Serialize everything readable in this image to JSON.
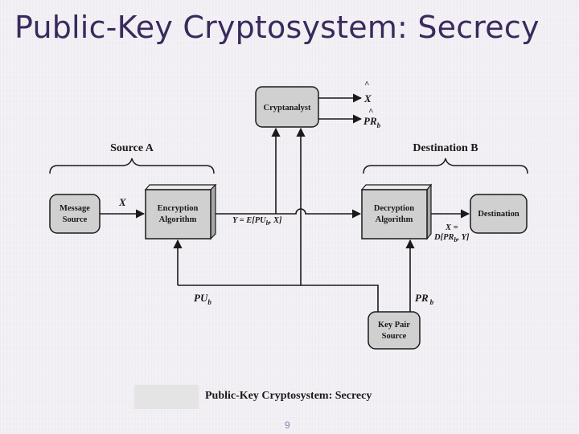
{
  "slide": {
    "title": "Public-Key Cryptosystem:  Secrecy",
    "caption": "Public-Key Cryptosystem: Secrecy",
    "page_number": "9"
  },
  "diagram": {
    "groups": {
      "source_a": "Source A",
      "destination_b": "Destination B"
    },
    "boxes": {
      "message_source": [
        "Message",
        "Source"
      ],
      "encryption": [
        "Encryption",
        "Algorithm"
      ],
      "cryptanalyst": "Cryptanalyst",
      "decryption": [
        "Decryption",
        "Algorithm"
      ],
      "destination": "Destination",
      "key_pair_source": [
        "Key Pair",
        "Source"
      ]
    },
    "labels": {
      "x": "X",
      "x_hat": "X",
      "pr_hat_base": "PR",
      "pr_hat_sub": "b",
      "y_prefix": "Y = E[",
      "y_pu": "PU",
      "y_sub": "b",
      "y_suffix": ", X]",
      "x_eq": "X =",
      "d_prefix": "D[",
      "d_pr": "PR",
      "d_sub": "b",
      "d_suffix": ", Y]",
      "pu_base": "PU",
      "pu_sub": "b",
      "pr_base": "PR",
      "pr_sub": "b"
    },
    "hat_symbol": "^"
  },
  "colors": {
    "title": "#3a2a5c",
    "box_fill": "#d0d0d0",
    "box_side": "#a8a8a8",
    "box_top": "#ececec",
    "stroke": "#1a1a1a"
  }
}
